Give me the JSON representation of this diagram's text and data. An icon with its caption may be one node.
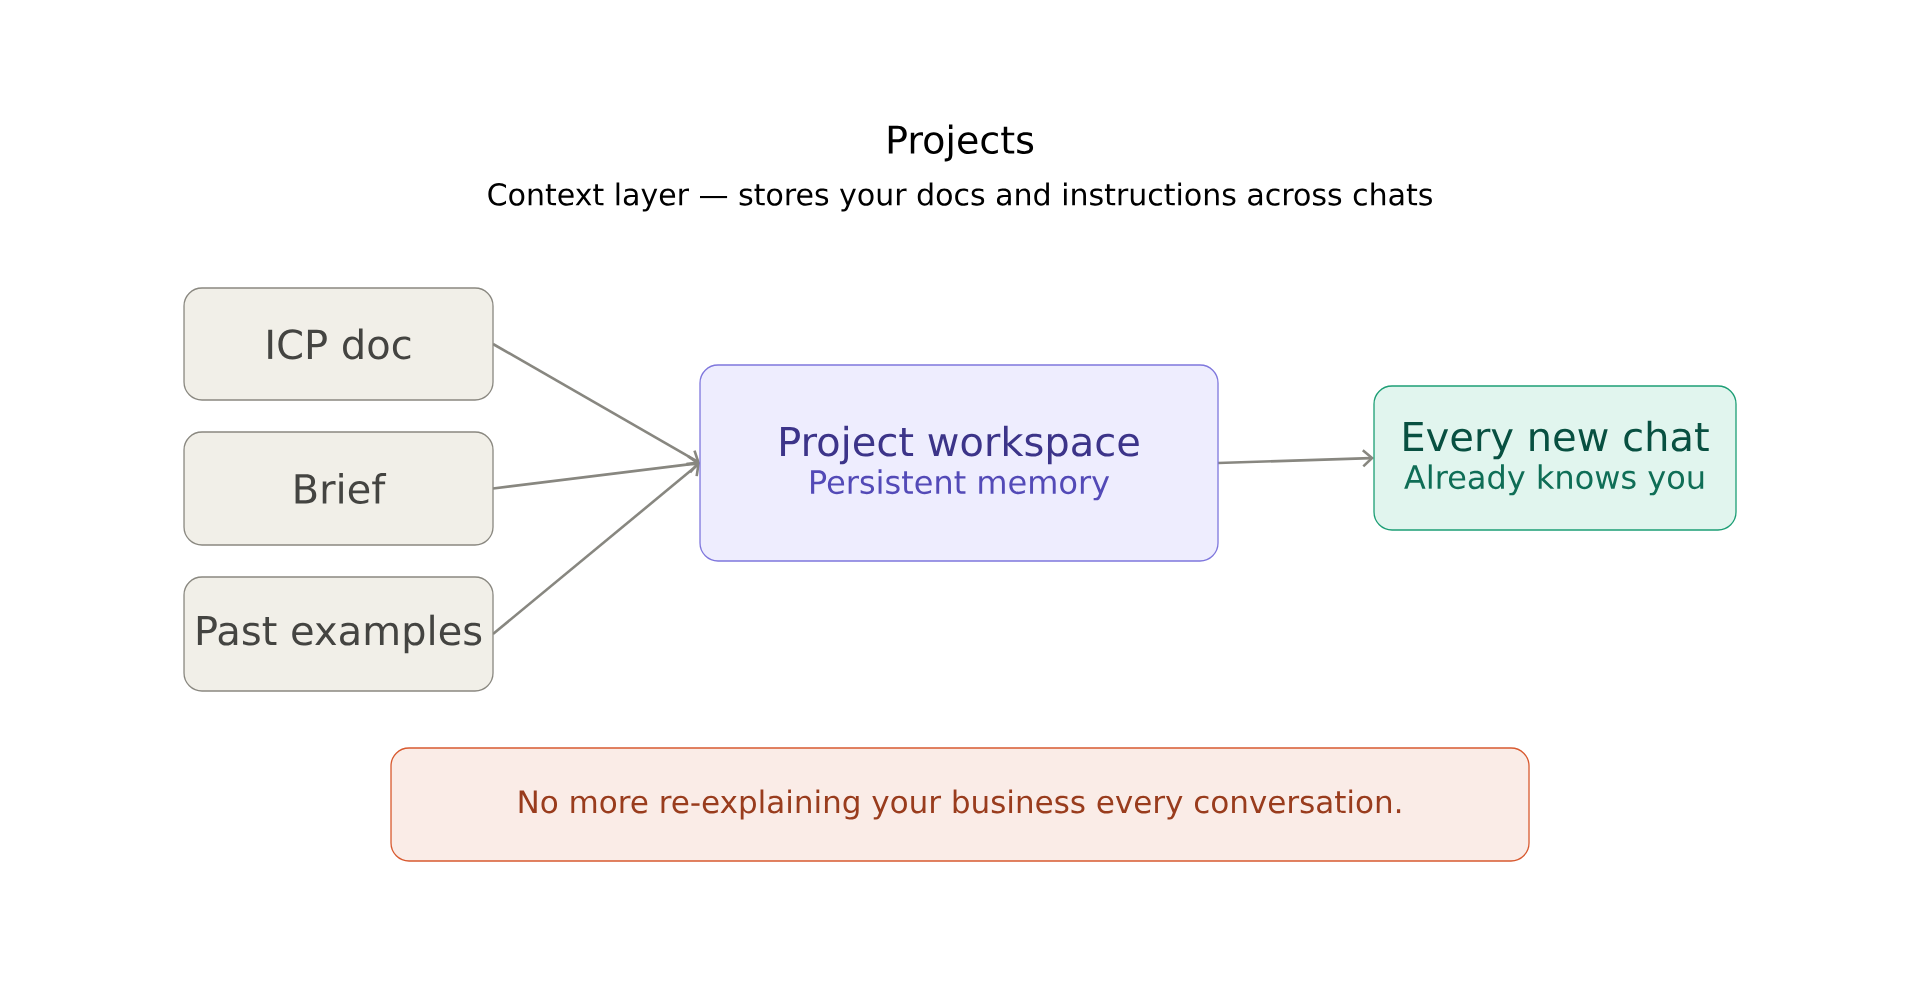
{
  "diagram": {
    "title": "Projects",
    "nodes": [
      {
        "text": [
          "ICP doc"
        ]
      },
      {
        "text": [
          "Brief"
        ]
      },
      {
        "text": [
          "Past examples"
        ]
      },
      {
        "text": [
          "Project workspace",
          "Persistent memory"
        ]
      },
      {
        "text": [
          "Every new chat",
          "Already knows you"
        ]
      },
      {
        "text": [
          "No more re-explaining your business every conversation."
        ]
      }
    ],
    "edges": [
      {
        "from": 0,
        "to": 3,
        "arrow": "to"
      },
      {
        "from": 1,
        "to": 3,
        "arrow": "to"
      },
      {
        "from": 2,
        "to": 3,
        "arrow": "to"
      },
      {
        "from": 3,
        "to": 4,
        "arrow": "to"
      }
    ],
    "labels": [
      "Context layer — stores your docs and instructions across chats"
    ]
  }
}
